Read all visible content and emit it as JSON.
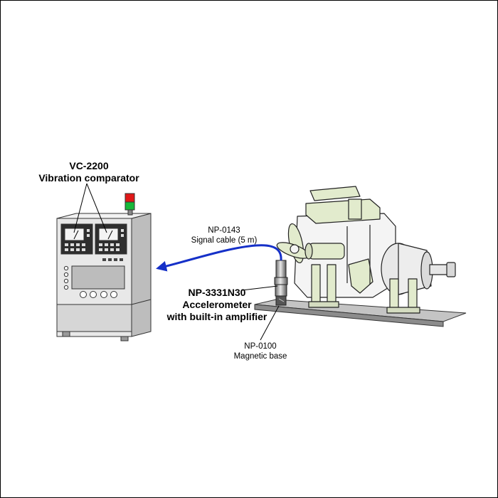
{
  "comparator": {
    "model": "VC-2200",
    "name": "Vibration comparator"
  },
  "cable": {
    "model": "NP-0143",
    "name": "Signal cable (5 m)"
  },
  "accelerometer": {
    "model": "NP-3331N30",
    "line1": "Accelerometer",
    "line2": "with built-in amplifier"
  },
  "magnetic_base": {
    "model": "NP-0100",
    "name": "Magnetic base"
  },
  "colors": {
    "cable": "#1530c8",
    "engine": "#e2ebcd",
    "cabinet": "#e6e6e6",
    "lamp_red": "#e01818",
    "lamp_green": "#18b83a"
  }
}
